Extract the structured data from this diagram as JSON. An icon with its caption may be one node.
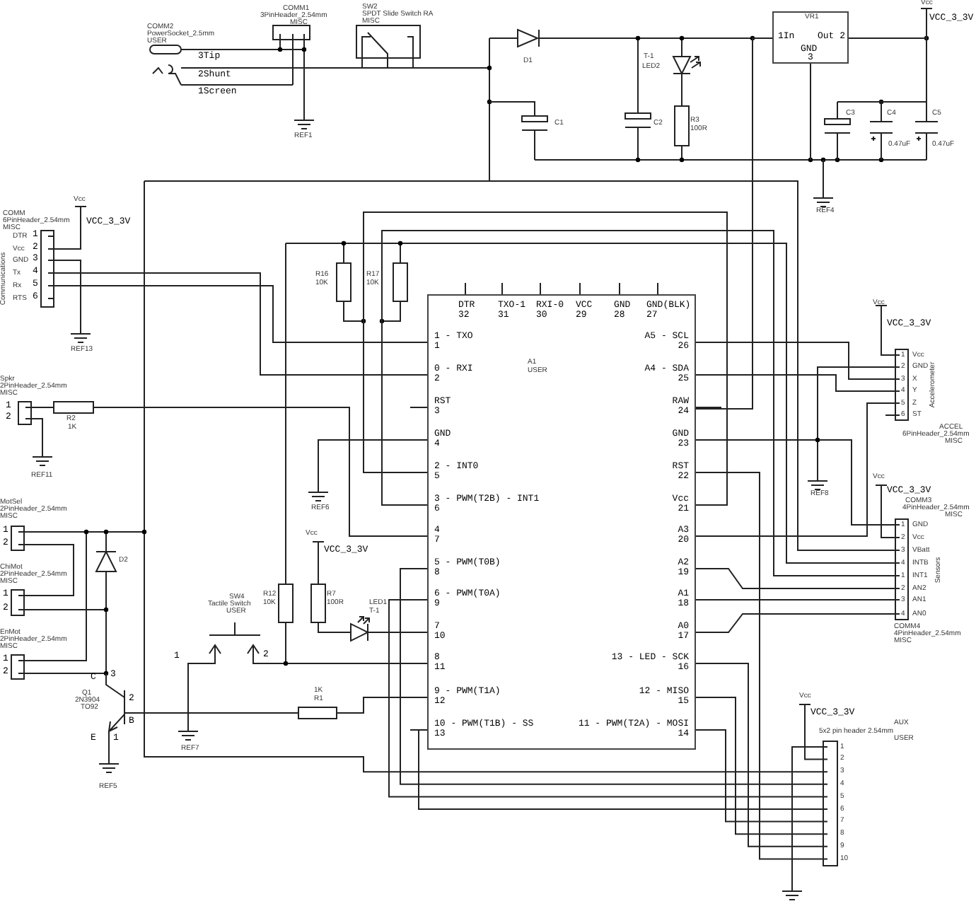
{
  "diagram": {
    "nodes": [
      {
        "text": [
          "VR1",
          "1In",
          "Out 2",
          "GND",
          "3"
        ]
      },
      {
        "text": [
          "DTR",
          "32",
          "TXO-1",
          "31",
          "RXI-0",
          "30",
          "VCC",
          "29",
          "GND",
          "28",
          "GND(BLK)",
          "27",
          "1 - TXO",
          "1",
          "0 - RXI",
          "2",
          "RST",
          "3",
          "GND",
          "4",
          "2 - INT0",
          "5",
          "3 - PWM(T2B) - INT1",
          "6",
          "4",
          "7",
          "5 - PWM(T0B)",
          "8",
          "6 - PWM(T0A)",
          "9",
          "7",
          "10",
          "8",
          "11",
          "9 - PWM(T1A)",
          "12",
          "10 - PWM(T1B) - SS",
          "13",
          "A5 - SCL",
          "26",
          "A4 - SDA",
          "25",
          "RAW",
          "24",
          "GND",
          "23",
          "RST",
          "22",
          "Vcc",
          "21",
          "A3",
          "20",
          "A2",
          "19",
          "A1",
          "18",
          "A0",
          "17",
          "13 - LED - SCK",
          "16",
          "12 - MISO",
          "15",
          "11 - PWM(T2A) - MOSI",
          "14",
          "A1",
          "USER"
        ]
      }
    ],
    "edges": [
      {
        "from": 0,
        "to": 1,
        "arrow": "none"
      }
    ],
    "labels": [
      "COMM1",
      "3PinHeader_2.54mm",
      "MISC",
      "SW2",
      "SPDT Slide Switch RA",
      "MISC",
      "COMM2",
      "PowerSocket_2.5mm",
      "USER",
      "3Tip",
      "2Shunt",
      "1Screen",
      "REF1",
      "D1",
      "C1",
      "T-1",
      "LED2",
      "C2",
      "R3",
      "100R",
      "Vcc",
      "VCC_3_3V",
      "C3",
      "C4",
      "C5",
      "0.47uF",
      "0.47uF",
      "REF4",
      "COMM",
      "6PinHeader_2.54mm",
      "MISC",
      "Vcc",
      "VCC_3_3V",
      "DTR",
      "Vcc",
      "GND",
      "Tx",
      "Rx",
      "RTS",
      "1",
      "2",
      "3",
      "4",
      "5",
      "6",
      "Communications",
      "REF13",
      "R16",
      "10K",
      "R17",
      "10K",
      "Spkr",
      "2PinHeader_2.54mm",
      "MISC",
      "1",
      "2",
      "R2",
      "1K",
      "REF11",
      "MotSel",
      "2PinHeader_2.54mm",
      "MISC",
      "1",
      "2",
      "ChiMot",
      "2PinHeader_2.54mm",
      "MISC",
      "1",
      "2",
      "EnMot",
      "2PinHeader_2.54mm",
      "MISC",
      "1",
      "2",
      "D2",
      "C",
      "3",
      "Q1",
      "2N3904",
      "TO92",
      "2",
      "B",
      "E",
      "1",
      "REF5",
      "SW4",
      "Tactile Switch",
      "USER",
      "1",
      "2",
      "REF7",
      "R12",
      "10K",
      "Vcc",
      "VCC_3_3V",
      "R7",
      "100R",
      "LED1",
      "T-1",
      "REF6",
      "1K",
      "R1",
      "Vcc",
      "VCC_3_3V",
      "Vcc",
      "GND",
      "X",
      "Y",
      "Z",
      "ST",
      "1",
      "2",
      "3",
      "4",
      "5",
      "6",
      "Accelerometer",
      "ACCEL",
      "6PinHeader_2.54mm",
      "MISC",
      "REF8",
      "Vcc",
      "VCC_3_3V",
      "COMM3",
      "4PinHeader_2.54mm",
      "MISC",
      "GND",
      "Vcc",
      "VBatt",
      "INTB",
      "1",
      "2",
      "3",
      "4",
      "INT1",
      "AN2",
      "AN1",
      "AN0",
      "1",
      "2",
      "3",
      "4",
      "Sensors",
      "COMM4",
      "4PinHeader_2.54mm",
      "MISC",
      "Vcc",
      "VCC_3_3V",
      "AUX",
      "5x2 pin header 2.54mm",
      "USER",
      "1",
      "2",
      "3",
      "4",
      "5",
      "6",
      "7",
      "8",
      "9",
      "10"
    ]
  }
}
